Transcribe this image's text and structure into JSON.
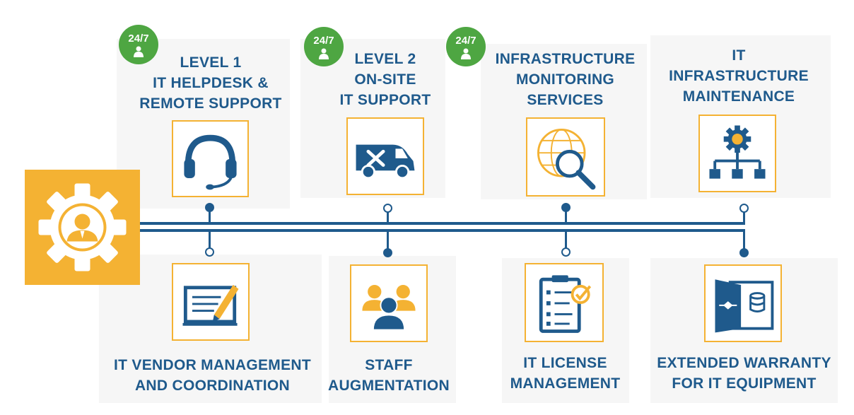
{
  "badge_label": "24/7",
  "colors": {
    "navy": "#1f5a8c",
    "gold": "#f4b233",
    "green": "#4ea642"
  },
  "top_items": [
    {
      "title_lines": [
        "LEVEL 1",
        "IT HELPDESK &",
        "REMOTE SUPPORT"
      ],
      "icon": "headset-icon",
      "has_badge": true,
      "node": "filled"
    },
    {
      "title_lines": [
        "LEVEL 2",
        "ON-SITE",
        "IT SUPPORT"
      ],
      "icon": "service-van-icon",
      "has_badge": true,
      "node": "hollow"
    },
    {
      "title_lines": [
        "INFRASTRUCTURE",
        "MONITORING",
        "SERVICES"
      ],
      "icon": "globe-magnifier-icon",
      "has_badge": true,
      "node": "filled"
    },
    {
      "title_lines": [
        "IT",
        "INFRASTRUCTURE",
        "MAINTENANCE"
      ],
      "icon": "gear-network-icon",
      "has_badge": false,
      "node": "hollow"
    }
  ],
  "bottom_items": [
    {
      "title_lines": [
        "IT VENDOR MANAGEMENT",
        "AND COORDINATION"
      ],
      "icon": "document-pen-icon",
      "node": "hollow"
    },
    {
      "title_lines": [
        "STAFF",
        "AUGMENTATION"
      ],
      "icon": "team-icon",
      "node": "filled"
    },
    {
      "title_lines": [
        "IT LICENSE",
        "MANAGEMENT"
      ],
      "icon": "checklist-icon",
      "node": "hollow"
    },
    {
      "title_lines": [
        "EXTENDED WARRANTY",
        "FOR IT EQUIPMENT"
      ],
      "icon": "server-door-icon",
      "node": "filled"
    }
  ],
  "hub_icon": "gear-person-icon"
}
